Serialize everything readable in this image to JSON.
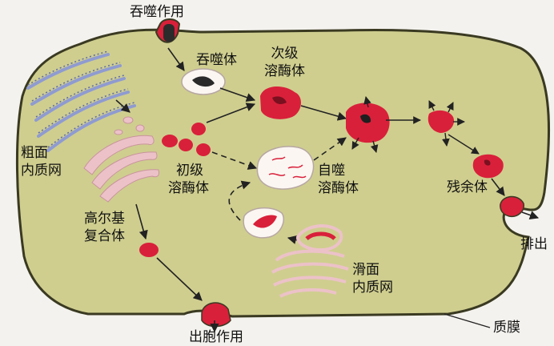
{
  "labels": {
    "phagocytosis": "吞噬作用",
    "phagosome": "吞噬体",
    "secondary_lysosome_1": "次级",
    "secondary_lysosome_2": "溶酶体",
    "rough_er_1": "粗面",
    "rough_er_2": "内质网",
    "primary_lysosome_1": "初级",
    "primary_lysosome_2": "溶酶体",
    "autophagosome_1": "自噬",
    "autophagosome_2": "溶酶体",
    "residual_body": "残余体",
    "golgi_1": "高尔基",
    "golgi_2": "复合体",
    "excretion": "排出",
    "smooth_er_1": "滑面",
    "smooth_er_2": "内质网",
    "exocytosis": "出胞作用",
    "plasma_membrane": "质膜"
  },
  "colors": {
    "cytoplasm": "#cfce8f",
    "membrane": "#3a3a22",
    "lysosome_red": "#d9203a",
    "golgi_pink": "#ecc2c8",
    "rough_er_blue": "#8f9bd0",
    "vesicle_white": "#fbf6f2"
  }
}
